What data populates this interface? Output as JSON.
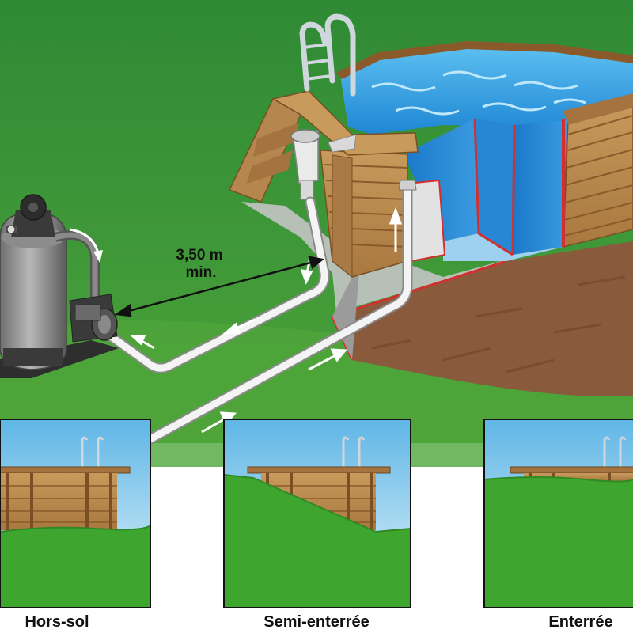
{
  "distance": {
    "value": "3,50 m",
    "suffix": "min."
  },
  "install_types": [
    {
      "id": "hors-sol",
      "label": "Hors-sol"
    },
    {
      "id": "semi-enterree",
      "label": "Semi-enterrée"
    },
    {
      "id": "enterree",
      "label": "Enterrée"
    }
  ],
  "colors": {
    "grass": "#4c9a2a",
    "pool_water": "#2d8fd8",
    "wood": "#b5874f",
    "soil": "#8a5a3c",
    "pipe": "#e6e6e6",
    "sky": "#8fd0ec"
  },
  "icons": [
    "sand-filter-icon",
    "pool-ladder-icon",
    "skimmer-icon",
    "flow-arrow-icon"
  ]
}
